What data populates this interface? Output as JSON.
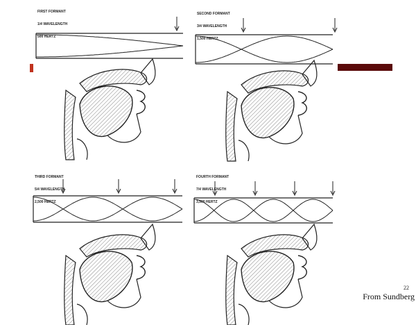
{
  "panels": [
    {
      "id": "first",
      "lines": [
        "FIRST FORMANT",
        "1/4 WAVELENGTH",
        "500 HERTZ"
      ],
      "quarter_waves": 1
    },
    {
      "id": "second",
      "lines": [
        "SECOND FORMANT",
        "3/4 WAVELENGTH",
        "1,500 HERTZ"
      ],
      "quarter_waves": 3
    },
    {
      "id": "third",
      "lines": [
        "THIRD FORMANT",
        "5/4 WAVELENGTH",
        "2,500 HERTZ"
      ],
      "quarter_waves": 5
    },
    {
      "id": "fourth",
      "lines": [
        "FOURTH FORMANT",
        "7/4 WAVELENGTH",
        "3,500 HERTZ"
      ],
      "quarter_waves": 7
    }
  ],
  "footer": {
    "page_number": "22",
    "source": "From Sundberg"
  },
  "colors": {
    "accent_left": "#c0321e",
    "accent_right": "#5a0a0a",
    "ink": "#222222",
    "hatch": "#666666"
  }
}
